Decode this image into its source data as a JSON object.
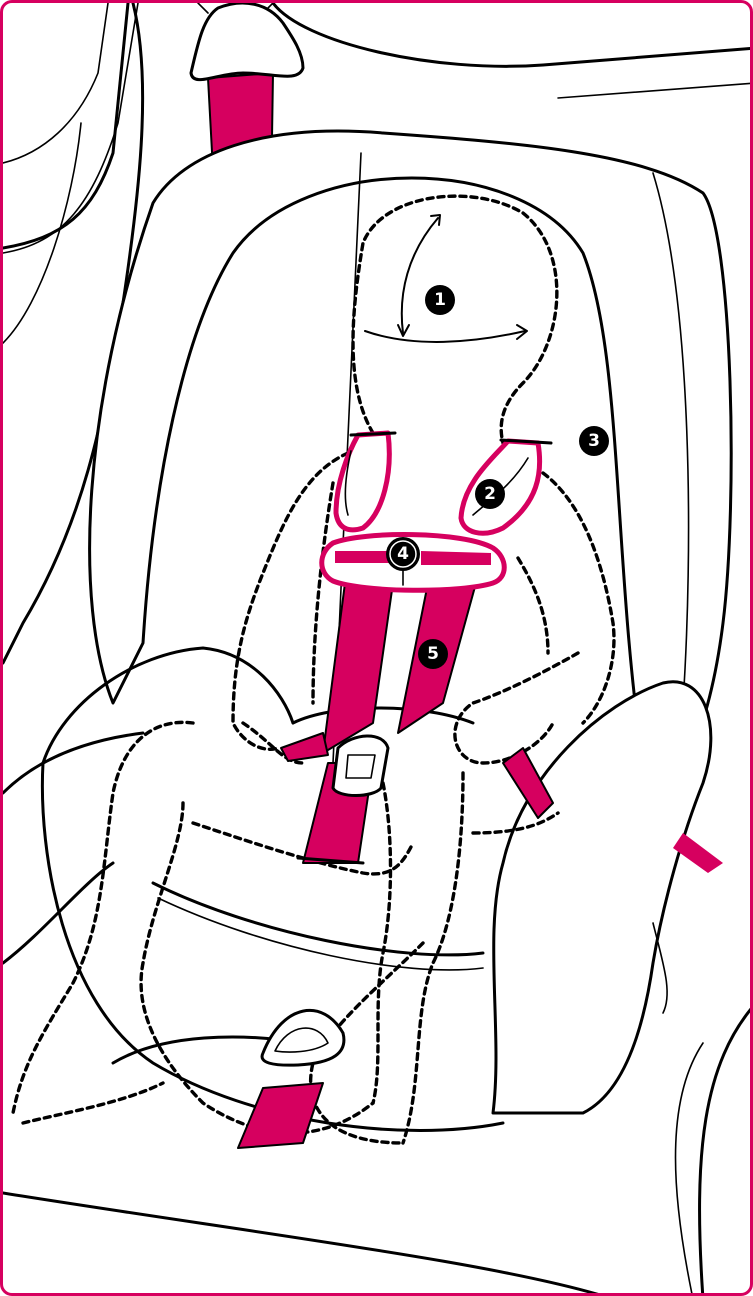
{
  "colors": {
    "accent": "#d6005f",
    "line": "#000000",
    "background": "#ffffff"
  },
  "callouts": [
    {
      "label": "1",
      "meaning": ""
    },
    {
      "label": "2",
      "meaning": ""
    },
    {
      "label": "3",
      "meaning": ""
    },
    {
      "label": "4",
      "meaning": ""
    },
    {
      "label": "5",
      "meaning": ""
    }
  ]
}
